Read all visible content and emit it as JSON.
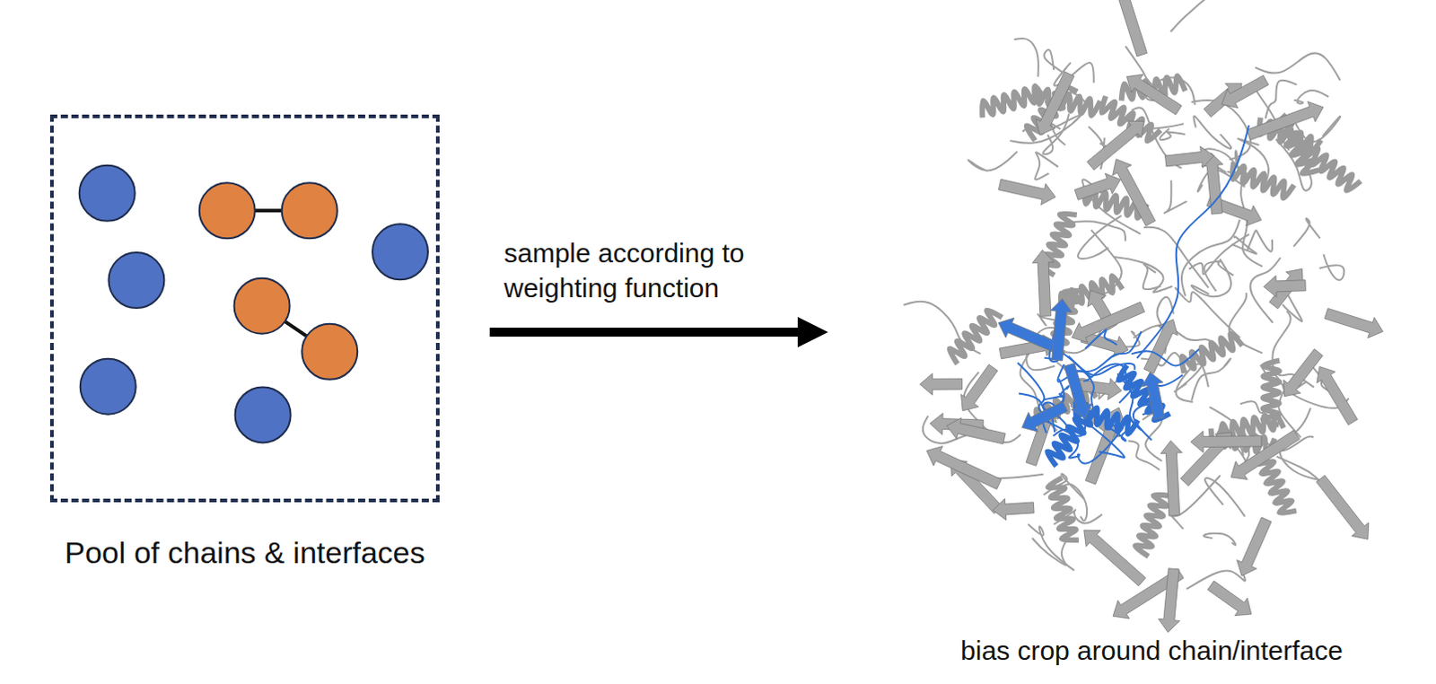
{
  "diagram": {
    "nodes": [
      {
        "text": [
          "Pool of chains & interfaces"
        ]
      },
      {
        "text": [
          "bias crop around chain/interface"
        ]
      }
    ],
    "edges": [
      {
        "from": 0,
        "to": 1,
        "arrow": "to",
        "label": "sample according to weighting function"
      }
    ]
  }
}
